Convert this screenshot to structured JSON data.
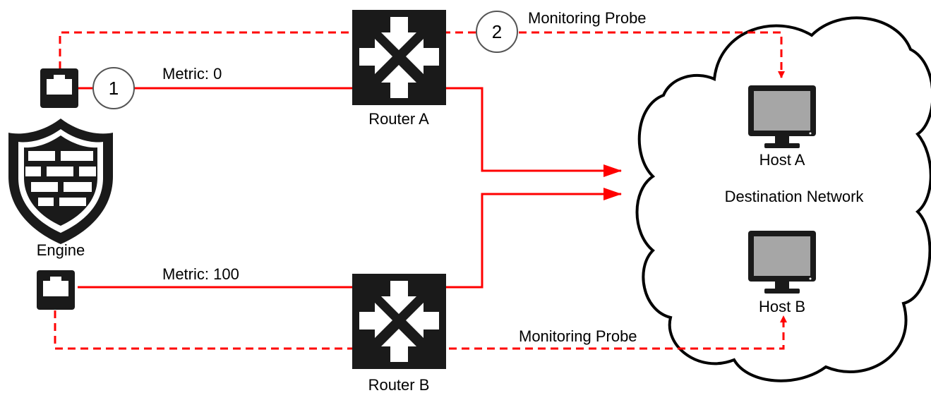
{
  "diagram": {
    "engine_label": "Engine",
    "router_a_label": "Router A",
    "router_b_label": "Router B",
    "host_a_label": "Host A",
    "host_b_label": "Host B",
    "cloud_label": "Destination Network",
    "metric_a_label": "Metric: 0",
    "metric_b_label": "Metric: 100",
    "probe_a_label": "Monitoring Probe",
    "probe_b_label": "Monitoring Probe",
    "marker_1": "1",
    "marker_2": "2"
  },
  "colors": {
    "link_red": "#ff0000",
    "device_black": "#1a1a1a",
    "screen_gray": "#a6a6a6"
  },
  "icons": [
    "firewall-shield-icon",
    "network-port-icon",
    "router-icon",
    "monitor-icon",
    "cloud-icon"
  ]
}
